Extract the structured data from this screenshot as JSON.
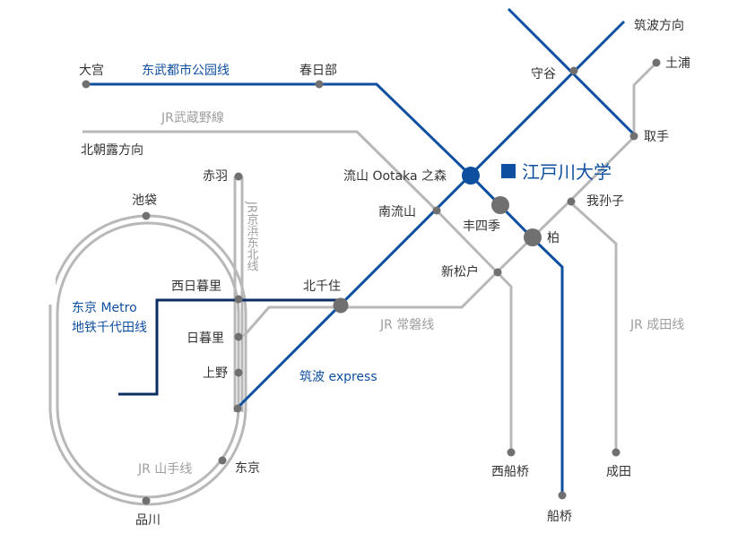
{
  "colors": {
    "brand_blue": "#0f4fa0",
    "navy": "#0b2d66",
    "jr_gray": "#b8b8b8",
    "station_gray": "#707070"
  },
  "lines": {
    "tobu_urban_park": "东武都市公园线",
    "jr_musashino": "JR武蔵野線",
    "jr_keihin_tohoku": "JR京浜东北线",
    "tokyo_metro_chiyoda_1": "东京 Metro",
    "tokyo_metro_chiyoda_2": "地铁千代田线",
    "tsukuba_express": "筑波 express",
    "jr_joban": "JR 常磐线",
    "jr_narita": "JR 成田线",
    "jr_yamanote": "JR 山手线"
  },
  "stations": {
    "omiya": "大宫",
    "kasukabe": "春日部",
    "moriya": "守谷",
    "tsukuba_direction": "筑波方向",
    "tsuchiura": "土浦",
    "toride": "取手",
    "kita_asaka_direction": "北朝露方向",
    "akabane": "赤羽",
    "ikebukuro": "池袋",
    "nagareyama_otakanomori": "流山 Ootaka 之森",
    "edogawa_university": "江戸川大学",
    "minami_nagareyama": "南流山",
    "toyoshiki": "丰四季",
    "abikoshi": "我孙子",
    "kashiwa": "柏",
    "shin_matsudo": "新松户",
    "kita_senju": "北千住",
    "nishi_nippori": "西日暮里",
    "nippori": "日暮里",
    "ueno": "上野",
    "tokyo": "东京",
    "shinagawa": "品川",
    "nishi_funabashi": "西船桥",
    "narita": "成田",
    "funabashi": "船桥"
  },
  "icons": {
    "university_marker": "filled-square-icon",
    "station_dot": "station-dot-icon"
  }
}
